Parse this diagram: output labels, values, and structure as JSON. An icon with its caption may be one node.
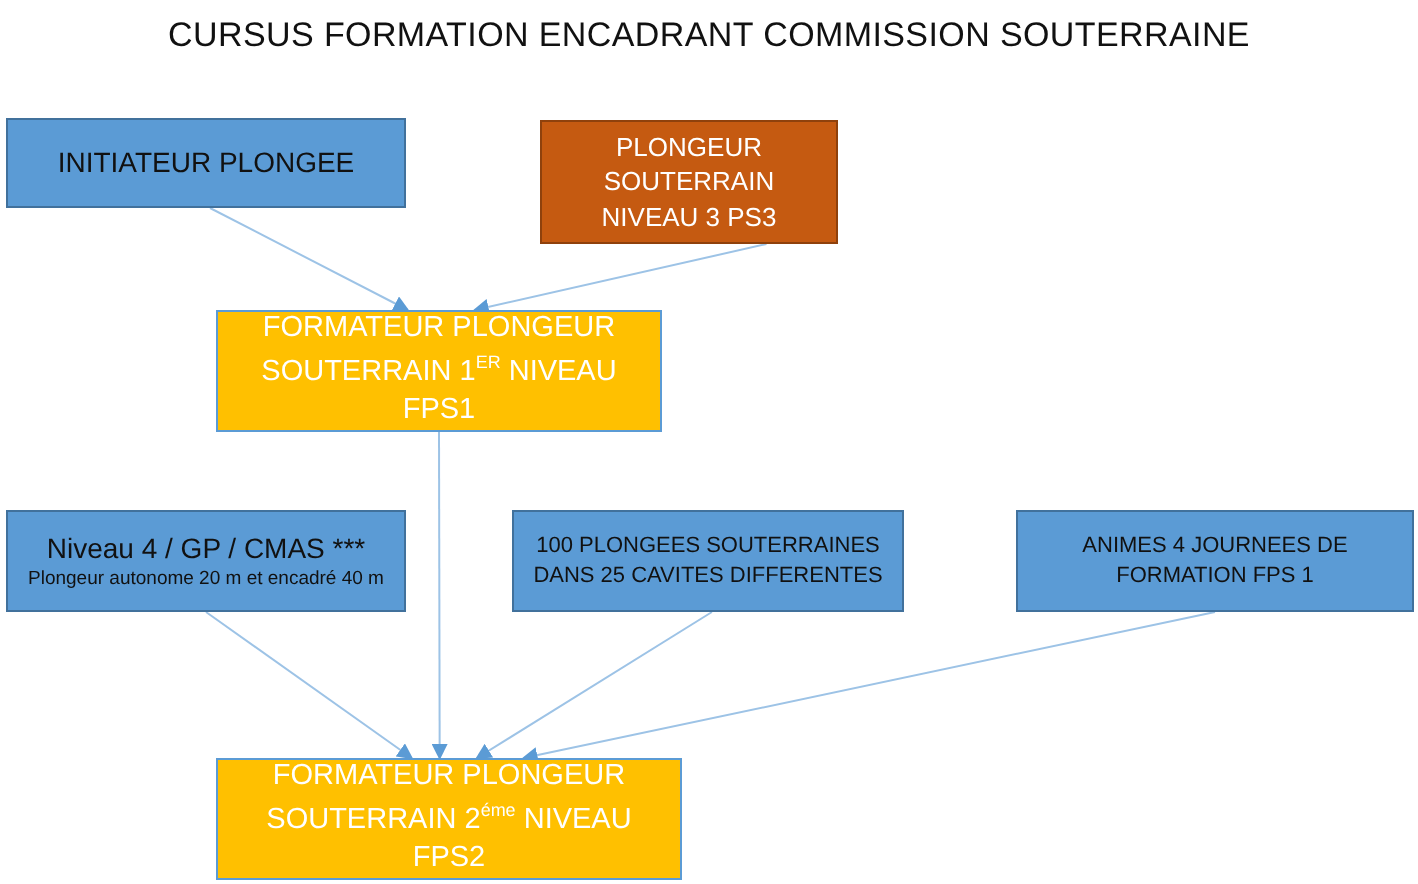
{
  "diagram": {
    "title": "CURSUS FORMATION ENCADRANT COMMISSION SOUTERRAINE",
    "nodes": [
      {
        "text": [
          "INITIATEUR PLONGEE"
        ]
      },
      {
        "text": [
          "PLONGEUR SOUTERRAIN NIVEAU 3  PS3"
        ]
      },
      {
        "text": [
          "FORMATEUR  PLONGEUR SOUTERRAIN 1$^{ER}$ NIVEAU FPS1"
        ]
      },
      {
        "text": [
          "Niveau 4 / GP / CMAS ***",
          "Plongeur autonome 20 m et encadré 40 m"
        ]
      },
      {
        "text": [
          "100 PLONGEES SOUTERRAINES DANS 25 CAVITES DIFFERENTES"
        ]
      },
      {
        "text": [
          "ANIMES 4 JOURNEES DE FORMATION FPS 1"
        ]
      },
      {
        "text": [
          "FORMATEUR  PLONGEUR SOUTERRAIN 2$^{éme}$ NIVEAU FPS2"
        ]
      }
    ],
    "edges": [
      {
        "from": 0,
        "to": 2,
        "arrow": "to"
      },
      {
        "from": 1,
        "to": 2,
        "arrow": "to"
      },
      {
        "from": 2,
        "to": 6,
        "arrow": "to"
      },
      {
        "from": 3,
        "to": 6,
        "arrow": "to"
      },
      {
        "from": 4,
        "to": 6,
        "arrow": "to"
      },
      {
        "from": 5,
        "to": 6,
        "arrow": "to"
      }
    ]
  }
}
